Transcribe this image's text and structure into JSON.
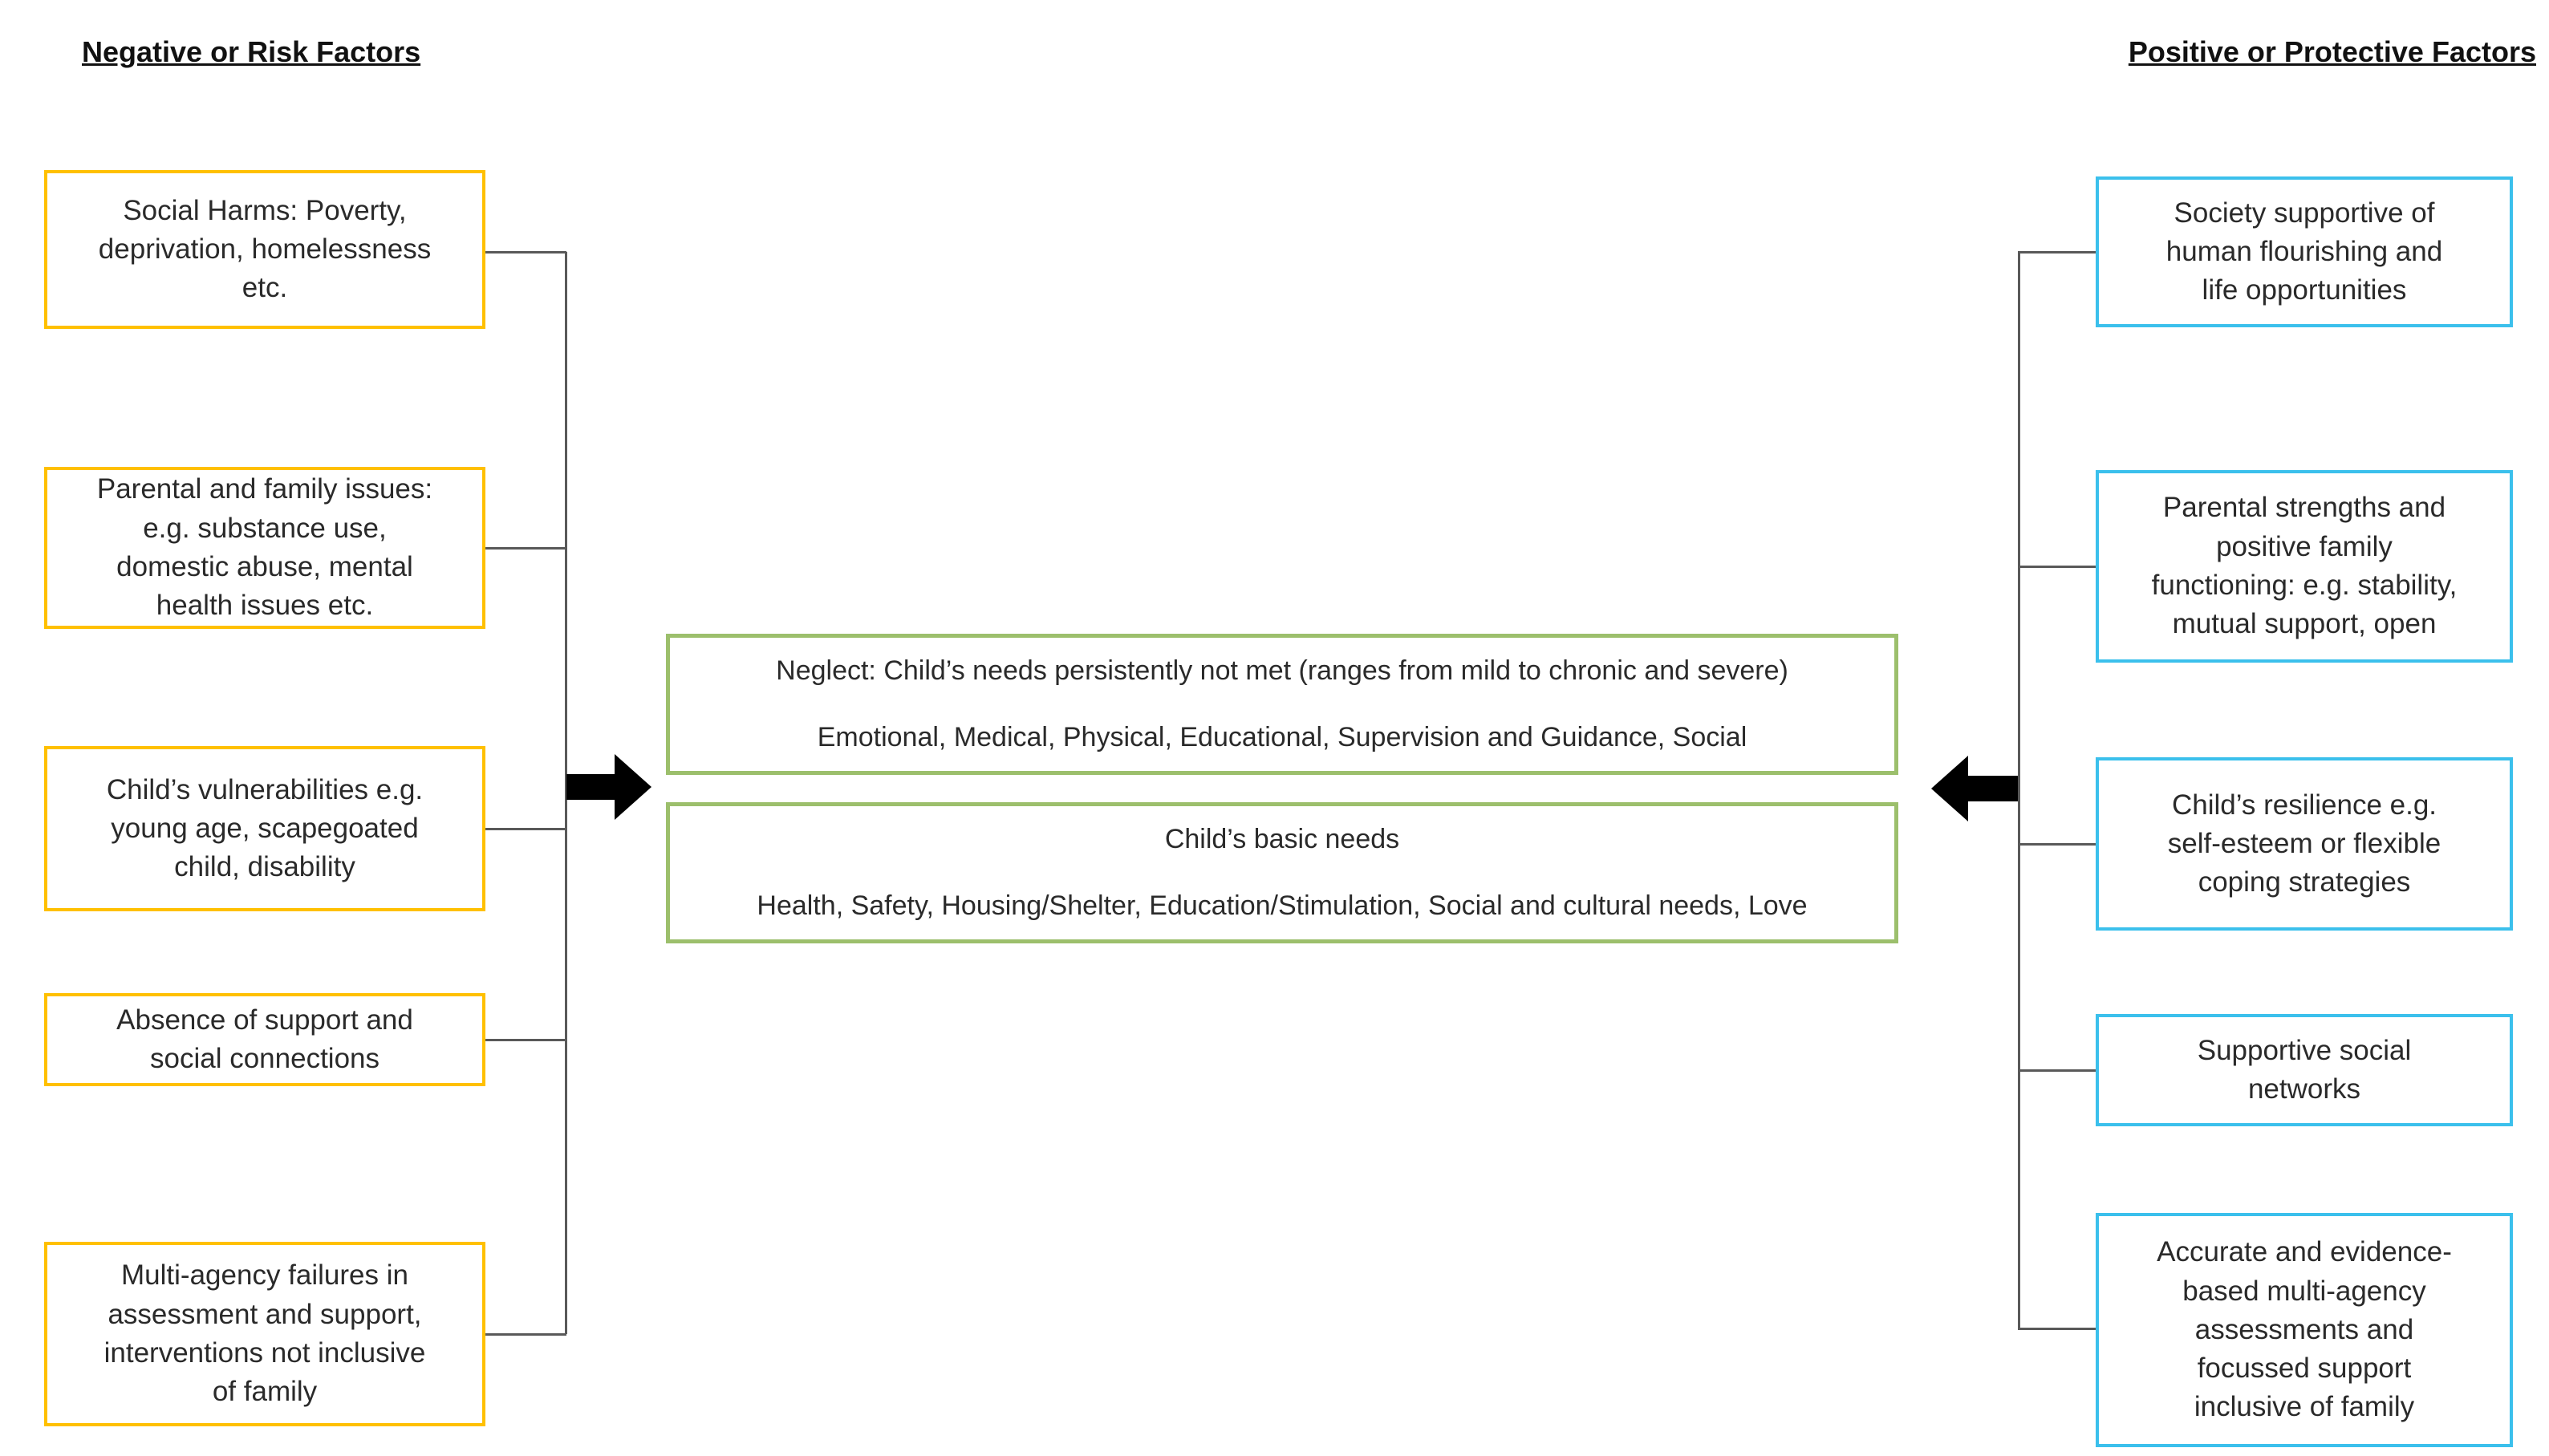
{
  "headings": {
    "negative": "Negative or Risk Factors",
    "positive": "Positive or Protective Factors"
  },
  "risk_factors": [
    "Social Harms: Poverty,\ndeprivation, homelessness\netc.",
    "Parental and family issues:\ne.g. substance use,\ndomestic abuse, mental\nhealth issues etc.",
    "Child’s vulnerabilities e.g.\nyoung age, scapegoated\nchild, disability",
    "Absence of support and\nsocial connections",
    "Multi-agency failures in\nassessment and support,\ninterventions not inclusive\nof family"
  ],
  "protective_factors": [
    "Society supportive of\nhuman flourishing and\nlife opportunities",
    "Parental strengths and\npositive family\nfunctioning: e.g. stability,\nmutual support, open",
    "Child’s resilience e.g.\nself-esteem or flexible\ncoping strategies",
    "Supportive social\nnetworks",
    "Accurate and evidence-\nbased multi-agency\nassessments and\nfocussed support\ninclusive of family"
  ],
  "center_boxes": [
    {
      "title": "Neglect: Child’s needs persistently not met (ranges from mild to chronic and severe)",
      "subtitle": "Emotional, Medical, Physical, Educational, Supervision and Guidance, Social"
    },
    {
      "title": "Child’s basic needs",
      "subtitle": "Health, Safety, Housing/Shelter, Education/Stimulation, Social and cultural needs, Love"
    }
  ],
  "icons": {
    "risk_to_center": "arrow-right-icon",
    "protective_to_center": "arrow-left-icon"
  },
  "colors": {
    "risk_box_border": "#FFC000",
    "protective_box_border": "#3BC0EC",
    "center_box_border": "#9CBF6C",
    "connector_line": "#595959",
    "arrow": "#000000",
    "text": "#2A2A2A",
    "background": "#FFFFFF"
  }
}
